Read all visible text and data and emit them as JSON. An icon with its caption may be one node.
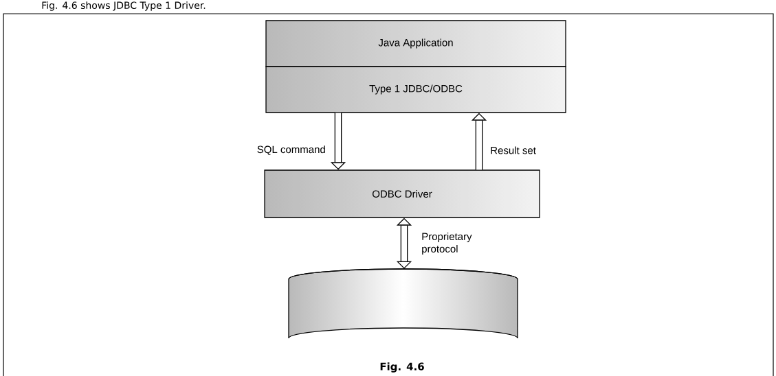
{
  "diagram": {
    "caption": "Fig. 4.6",
    "nodes": [
      {
        "text": [
          "Java Application"
        ]
      },
      {
        "text": [
          "Type 1 JDBC/ODBC"
        ]
      },
      {
        "text": [
          "ODBC Driver"
        ]
      },
      {
        "text": [],
        "shape": "cylinder"
      }
    ],
    "edges": [
      {
        "from": 1,
        "to": 2,
        "arrow": "to",
        "label": "SQL command"
      },
      {
        "from": 2,
        "to": 1,
        "arrow": "to",
        "label": "Result set"
      },
      {
        "from": 2,
        "to": 3,
        "arrow": "both",
        "label": "Proprietary protocol"
      }
    ],
    "labels": [
      "Fig. 4.6 shows JDBC Type 1 Driver."
    ]
  }
}
